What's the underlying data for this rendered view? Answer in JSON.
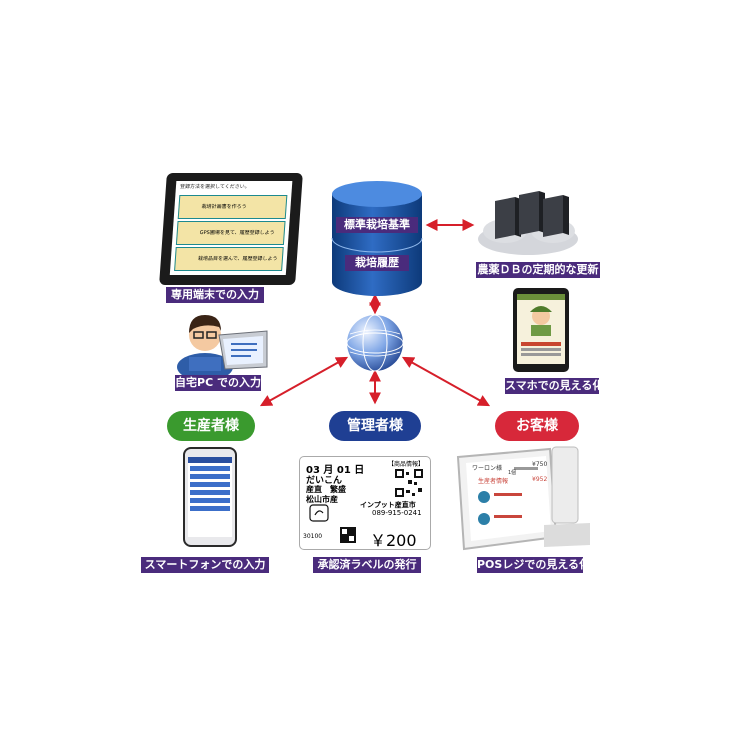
{
  "database": {
    "top_label": "標準栽培基準",
    "bottom_label": "栽培履歴"
  },
  "labels": {
    "dedicated_terminal": "専用端末での入力",
    "home_pc": "自宅PC での入力",
    "smartphone_input": "スマートフォンでの入力",
    "approved_label": "承認済ラベルの発行",
    "pos": "POSレジでの見える化",
    "smartphone_view": "スマホでの見える化",
    "pesticide_db": "農薬ＤＢの定期的な更新"
  },
  "groups": {
    "producer": "生産者様",
    "manager": "管理者様",
    "customer": "お客様"
  },
  "tablet_screen": {
    "header": "登録方法を選択してください。",
    "items": [
      "栽培計画書を作ろう",
      "GPS圃場を見て、履歴登録しよう",
      "栽培品目を選んで、履歴登録しよう"
    ]
  },
  "price_label": {
    "date_month": "03",
    "month_char": "月",
    "date_day": "01",
    "day_char": "日",
    "product_info": "【商品情報】",
    "product_name": "だいこん",
    "producer_line": "産直　繁盛",
    "origin": "松山市産",
    "store": "インプット産直市",
    "phone": "089-915-0241",
    "code": "30100",
    "price": "￥200"
  },
  "pos_screen": {
    "title": "ワーロン様",
    "price1": "¥750",
    "price2": "¥952",
    "caption": "生産者情報",
    "count": "1個"
  },
  "colors": {
    "label_bg": "#4a2b7c",
    "producer": "#3a9a2e",
    "manager": "#1f3f93",
    "customer": "#d7283a",
    "arrow": "#d61f2a"
  }
}
